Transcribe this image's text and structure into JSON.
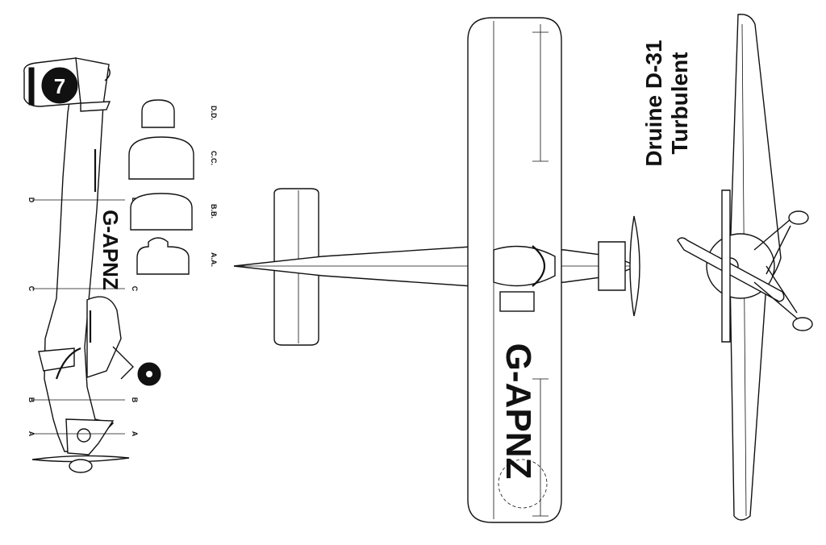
{
  "title": {
    "line1": "Druine D-31",
    "line2": "Turbulent"
  },
  "registration": "G-APNZ",
  "fin_number": "7",
  "section_markers": {
    "a": "A",
    "b": "B",
    "c": "C",
    "d": "D"
  },
  "cross_sections": [
    "A.A.",
    "B.B.",
    "C.C.",
    "D.D."
  ],
  "colors": {
    "ink": "#111111",
    "paper": "#ffffff"
  }
}
